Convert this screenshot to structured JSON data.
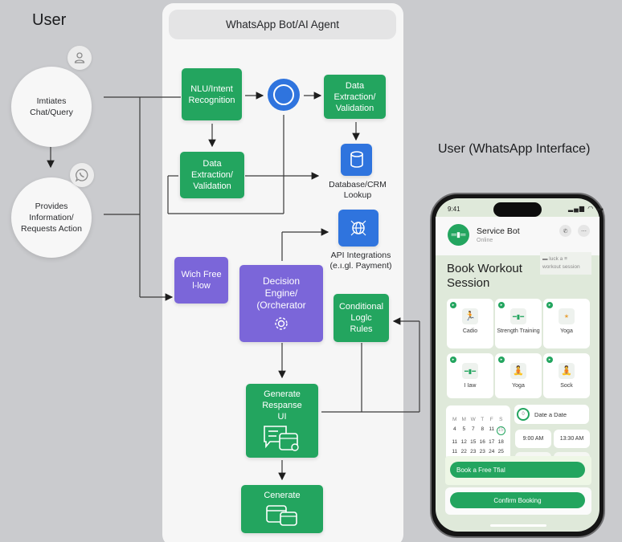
{
  "user_section": {
    "title": "User",
    "steps": [
      {
        "label_lines": [
          "Imtiates",
          "Chat/Query"
        ],
        "badge_icon": "user-icon"
      },
      {
        "label_lines": [
          "Provides",
          "Information/",
          "Requests Action"
        ],
        "badge_icon": "whatsapp-icon"
      }
    ]
  },
  "agent_panel": {
    "title": "WhatsApp Bot/AI Agent",
    "nodes": {
      "nlu": [
        "NLU/Intent",
        "Recognition"
      ],
      "router_icon": "circle-node-icon",
      "extract_top": [
        "Data",
        "Extraction/",
        "Validation"
      ],
      "extract_left": [
        "Data",
        "Extraction/",
        "Validation"
      ],
      "database": [
        "Database/CRM",
        "Lookup"
      ],
      "api": [
        "API Integrations",
        "(e.ı.gl. Payment)"
      ],
      "free_flow": [
        "Wich Free",
        "l-low"
      ],
      "decision": [
        "Decision",
        "Engine/",
        "(Orcherator"
      ],
      "conditional": [
        "Conditional",
        "Loglc",
        "Rules"
      ],
      "generate_ui": [
        "Generate",
        "Respanse",
        "UI"
      ],
      "generate": [
        "Cenerate"
      ]
    }
  },
  "phone_section": {
    "title": "User (WhatsApp Interface)",
    "status_time": "9:41",
    "status_icons": "▂▄▆ ◠ ▬",
    "bot_name": "Service Bot",
    "bot_status": "Online",
    "screen_title_lines": [
      "Book Workout",
      "Session"
    ],
    "tag_lines": [
      "▬ luck a  ≡",
      "workout session"
    ],
    "tiles": [
      {
        "label": "Cadio",
        "icon": "🏃"
      },
      {
        "label": "Strength Training",
        "icon": "━▮━"
      },
      {
        "label": "Yoga",
        "icon": "⭑"
      },
      {
        "label": "I Iaw",
        "icon": "━▮━"
      },
      {
        "label": "Yoga",
        "icon": "🧘"
      },
      {
        "label": "Sock",
        "icon": "🧘"
      }
    ],
    "calendar": {
      "headers": [
        "M",
        "M",
        "W",
        "T",
        "F",
        "S"
      ],
      "rows": [
        [
          "4",
          "5",
          "7",
          "8",
          "11",
          "15"
        ],
        [
          "11",
          "12",
          "15",
          "16",
          "17",
          "18"
        ],
        [
          "11",
          "22",
          "23",
          "23",
          "24",
          "25"
        ]
      ],
      "selected": "15"
    },
    "date_picker": {
      "ring_text": "0",
      "label": "Date a Date"
    },
    "time_slots": [
      "9:00 AM",
      "13:30 AM"
    ],
    "trial_button": "Book a Free Tfial",
    "confirm_button": "Confirm Booking"
  },
  "colors": {
    "green": "#23a55f",
    "purple": "#7b66d9",
    "blue": "#2f74de",
    "background": "#cacbce"
  }
}
